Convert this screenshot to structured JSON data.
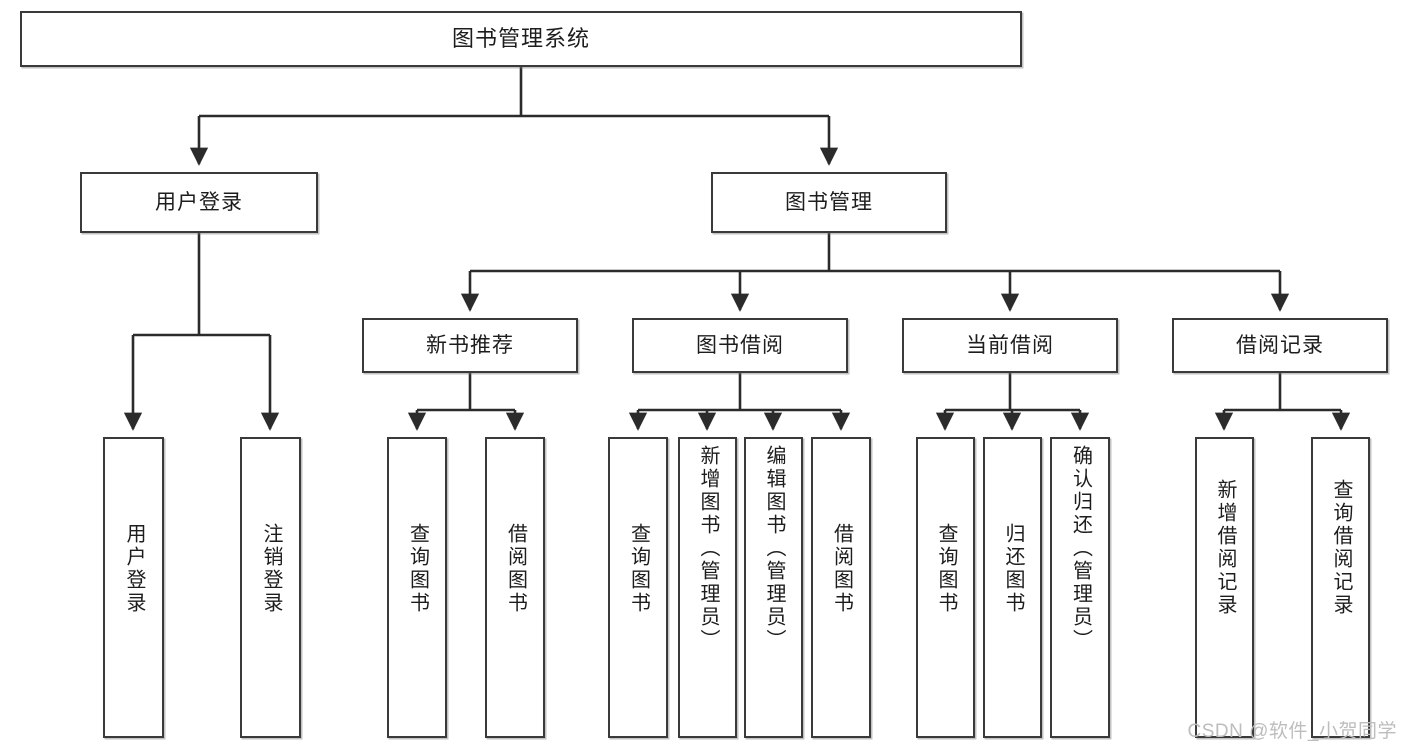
{
  "diagram": {
    "title": "图书管理系统",
    "watermark": "CSDN @软件_小贺同学",
    "colors": {
      "background": "#ffffff",
      "border": "#3a3a3a",
      "text": "#1d1d1d",
      "edge": "#2b2b2b",
      "watermark": "#bdbdbd"
    },
    "root": {
      "label": "图书管理系统"
    },
    "level2": [
      {
        "label": "用户登录"
      },
      {
        "label": "图书管理"
      }
    ],
    "level3": [
      {
        "label": "新书推荐"
      },
      {
        "label": "图书借阅"
      },
      {
        "label": "当前借阅"
      },
      {
        "label": "借阅记录"
      }
    ],
    "leaves": {
      "user_login": [
        {
          "label": "用户登录"
        },
        {
          "label": "注销登录"
        }
      ],
      "new_book_recommend": [
        {
          "label": "查询图书"
        },
        {
          "label": "借阅图书"
        }
      ],
      "book_borrow": [
        {
          "label": "查询图书"
        },
        {
          "label": "新增图书（管理员）"
        },
        {
          "label": "编辑图书（管理员）"
        },
        {
          "label": "借阅图书"
        }
      ],
      "current_borrow": [
        {
          "label": "查询图书"
        },
        {
          "label": "归还图书"
        },
        {
          "label": "确认归还（管理员）"
        }
      ],
      "borrow_record": [
        {
          "label": "新增借阅记录"
        },
        {
          "label": "查询借阅记录"
        }
      ]
    }
  }
}
